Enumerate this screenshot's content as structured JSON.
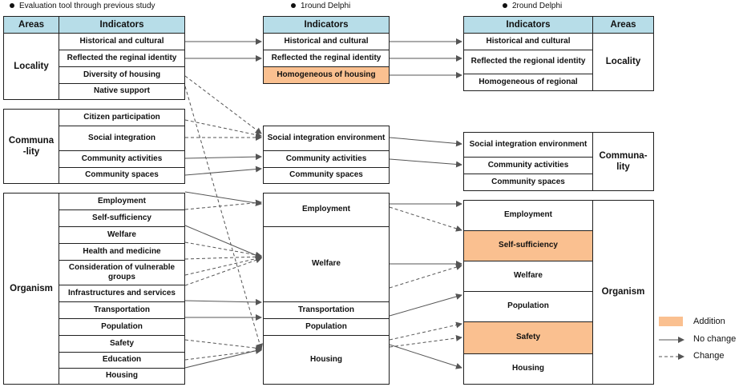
{
  "titles": {
    "previous": "Evaluation tool through previous study",
    "round1": "1round Delphi",
    "round2": "2round Delphi"
  },
  "headers": {
    "areas": "Areas",
    "indicators": "Indicators"
  },
  "previous": {
    "locality": {
      "area": "Locality",
      "items": [
        "Historical and cultural",
        "Reflected the reginal identity",
        "Diversity of housing",
        "Native support"
      ]
    },
    "community": {
      "area": "Communa\n-lity",
      "items": [
        "Citizen participation",
        "Social integration",
        "Community activities",
        "Community spaces"
      ]
    },
    "organism": {
      "area": "Organism",
      "items": [
        "Employment",
        "Self-sufficiency",
        "Welfare",
        "Health and medicine",
        "Consideration of vulnerable groups",
        "Infrastructures and services",
        "Transportation",
        "Population",
        "Safety",
        "Education",
        "Housing"
      ]
    }
  },
  "round1": {
    "locality": [
      "Historical and cultural",
      "Reflected the reginal identity",
      "Homogeneous of housing"
    ],
    "community": [
      "Social integration environment",
      "Community activities",
      "Community spaces"
    ],
    "organism": [
      "Employment",
      "Welfare",
      "Transportation",
      "Population",
      "Housing"
    ]
  },
  "round2": {
    "locality": {
      "area": "Locality",
      "items": [
        "Historical and cultural",
        "Reflected the regional identity",
        "Homogeneous of regional"
      ]
    },
    "community": {
      "area": "Communa-\nlity",
      "items": [
        "Social integration environment",
        "Community activities",
        "Community spaces"
      ]
    },
    "organism": {
      "area": "Organism",
      "items": [
        "Employment",
        "Self-sufficiency",
        "Welfare",
        "Population",
        "Safety",
        "Housing"
      ]
    }
  },
  "legend": {
    "addition": "Addition",
    "no_change": "No change",
    "change": "Change"
  },
  "colors": {
    "header": "#b7dde8",
    "addition": "#fac090",
    "line": "#555555"
  }
}
